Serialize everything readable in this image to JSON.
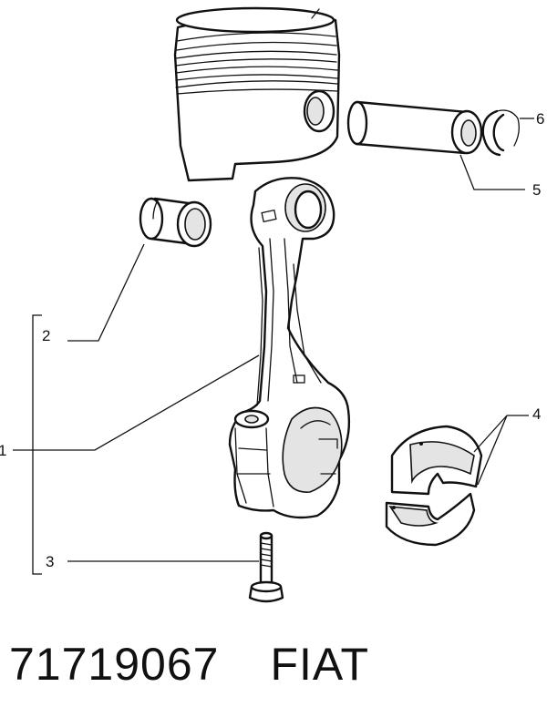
{
  "callouts": {
    "c1": "1",
    "c2": "2",
    "c3": "3",
    "c4": "4",
    "c5": "5",
    "c6": "6"
  },
  "caption": {
    "part_number": "71719067",
    "brand": "FIAT"
  }
}
